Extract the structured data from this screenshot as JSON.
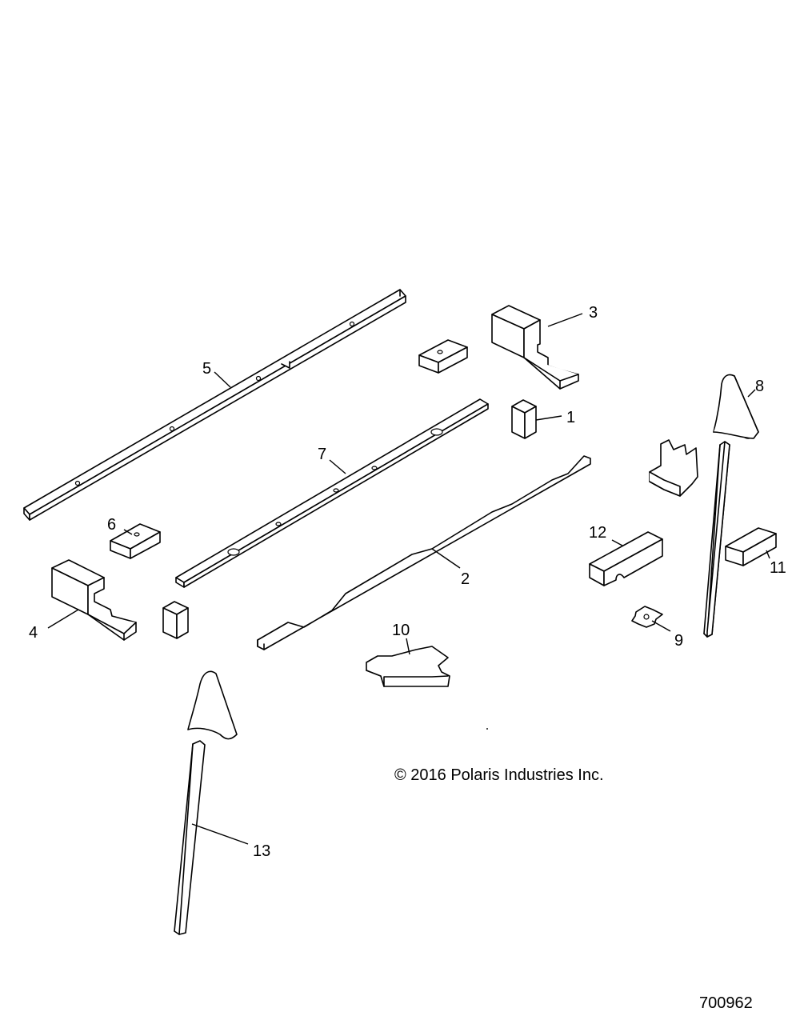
{
  "callouts": {
    "c1": "1",
    "c2": "2",
    "c3": "3",
    "c4": "4",
    "c5": "5",
    "c6": "6",
    "c7": "7",
    "c8": "8",
    "c9": "9",
    "c10": "10",
    "c11": "11",
    "c12": "12",
    "c13": "13"
  },
  "copyright": "© 2016 Polaris Industries Inc.",
  "figure_id": "700962"
}
